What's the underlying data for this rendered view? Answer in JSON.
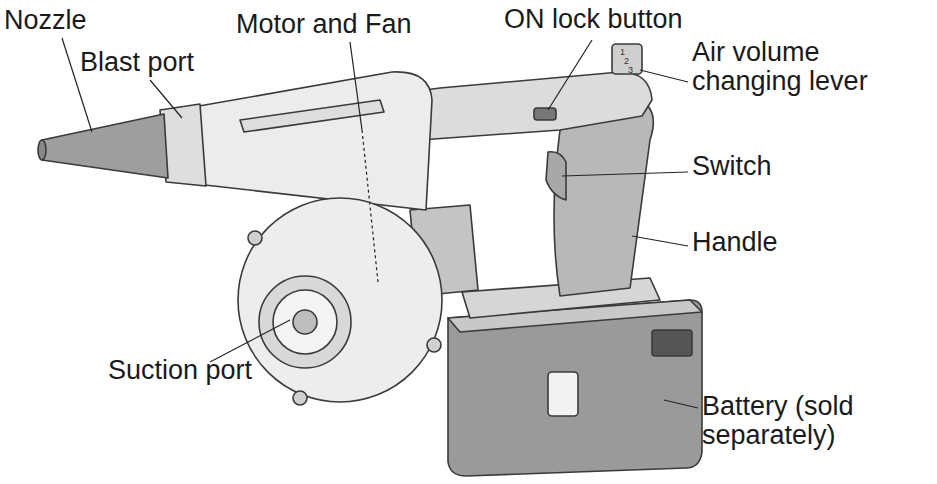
{
  "diagram": {
    "labels": [
      "Nozzle",
      "Blast port",
      "Motor and Fan",
      "ON lock button",
      "Air volume changing lever",
      "Switch",
      "Handle",
      "Suction port",
      "Battery (sold separately)",
      "1",
      "2",
      "3"
    ]
  }
}
